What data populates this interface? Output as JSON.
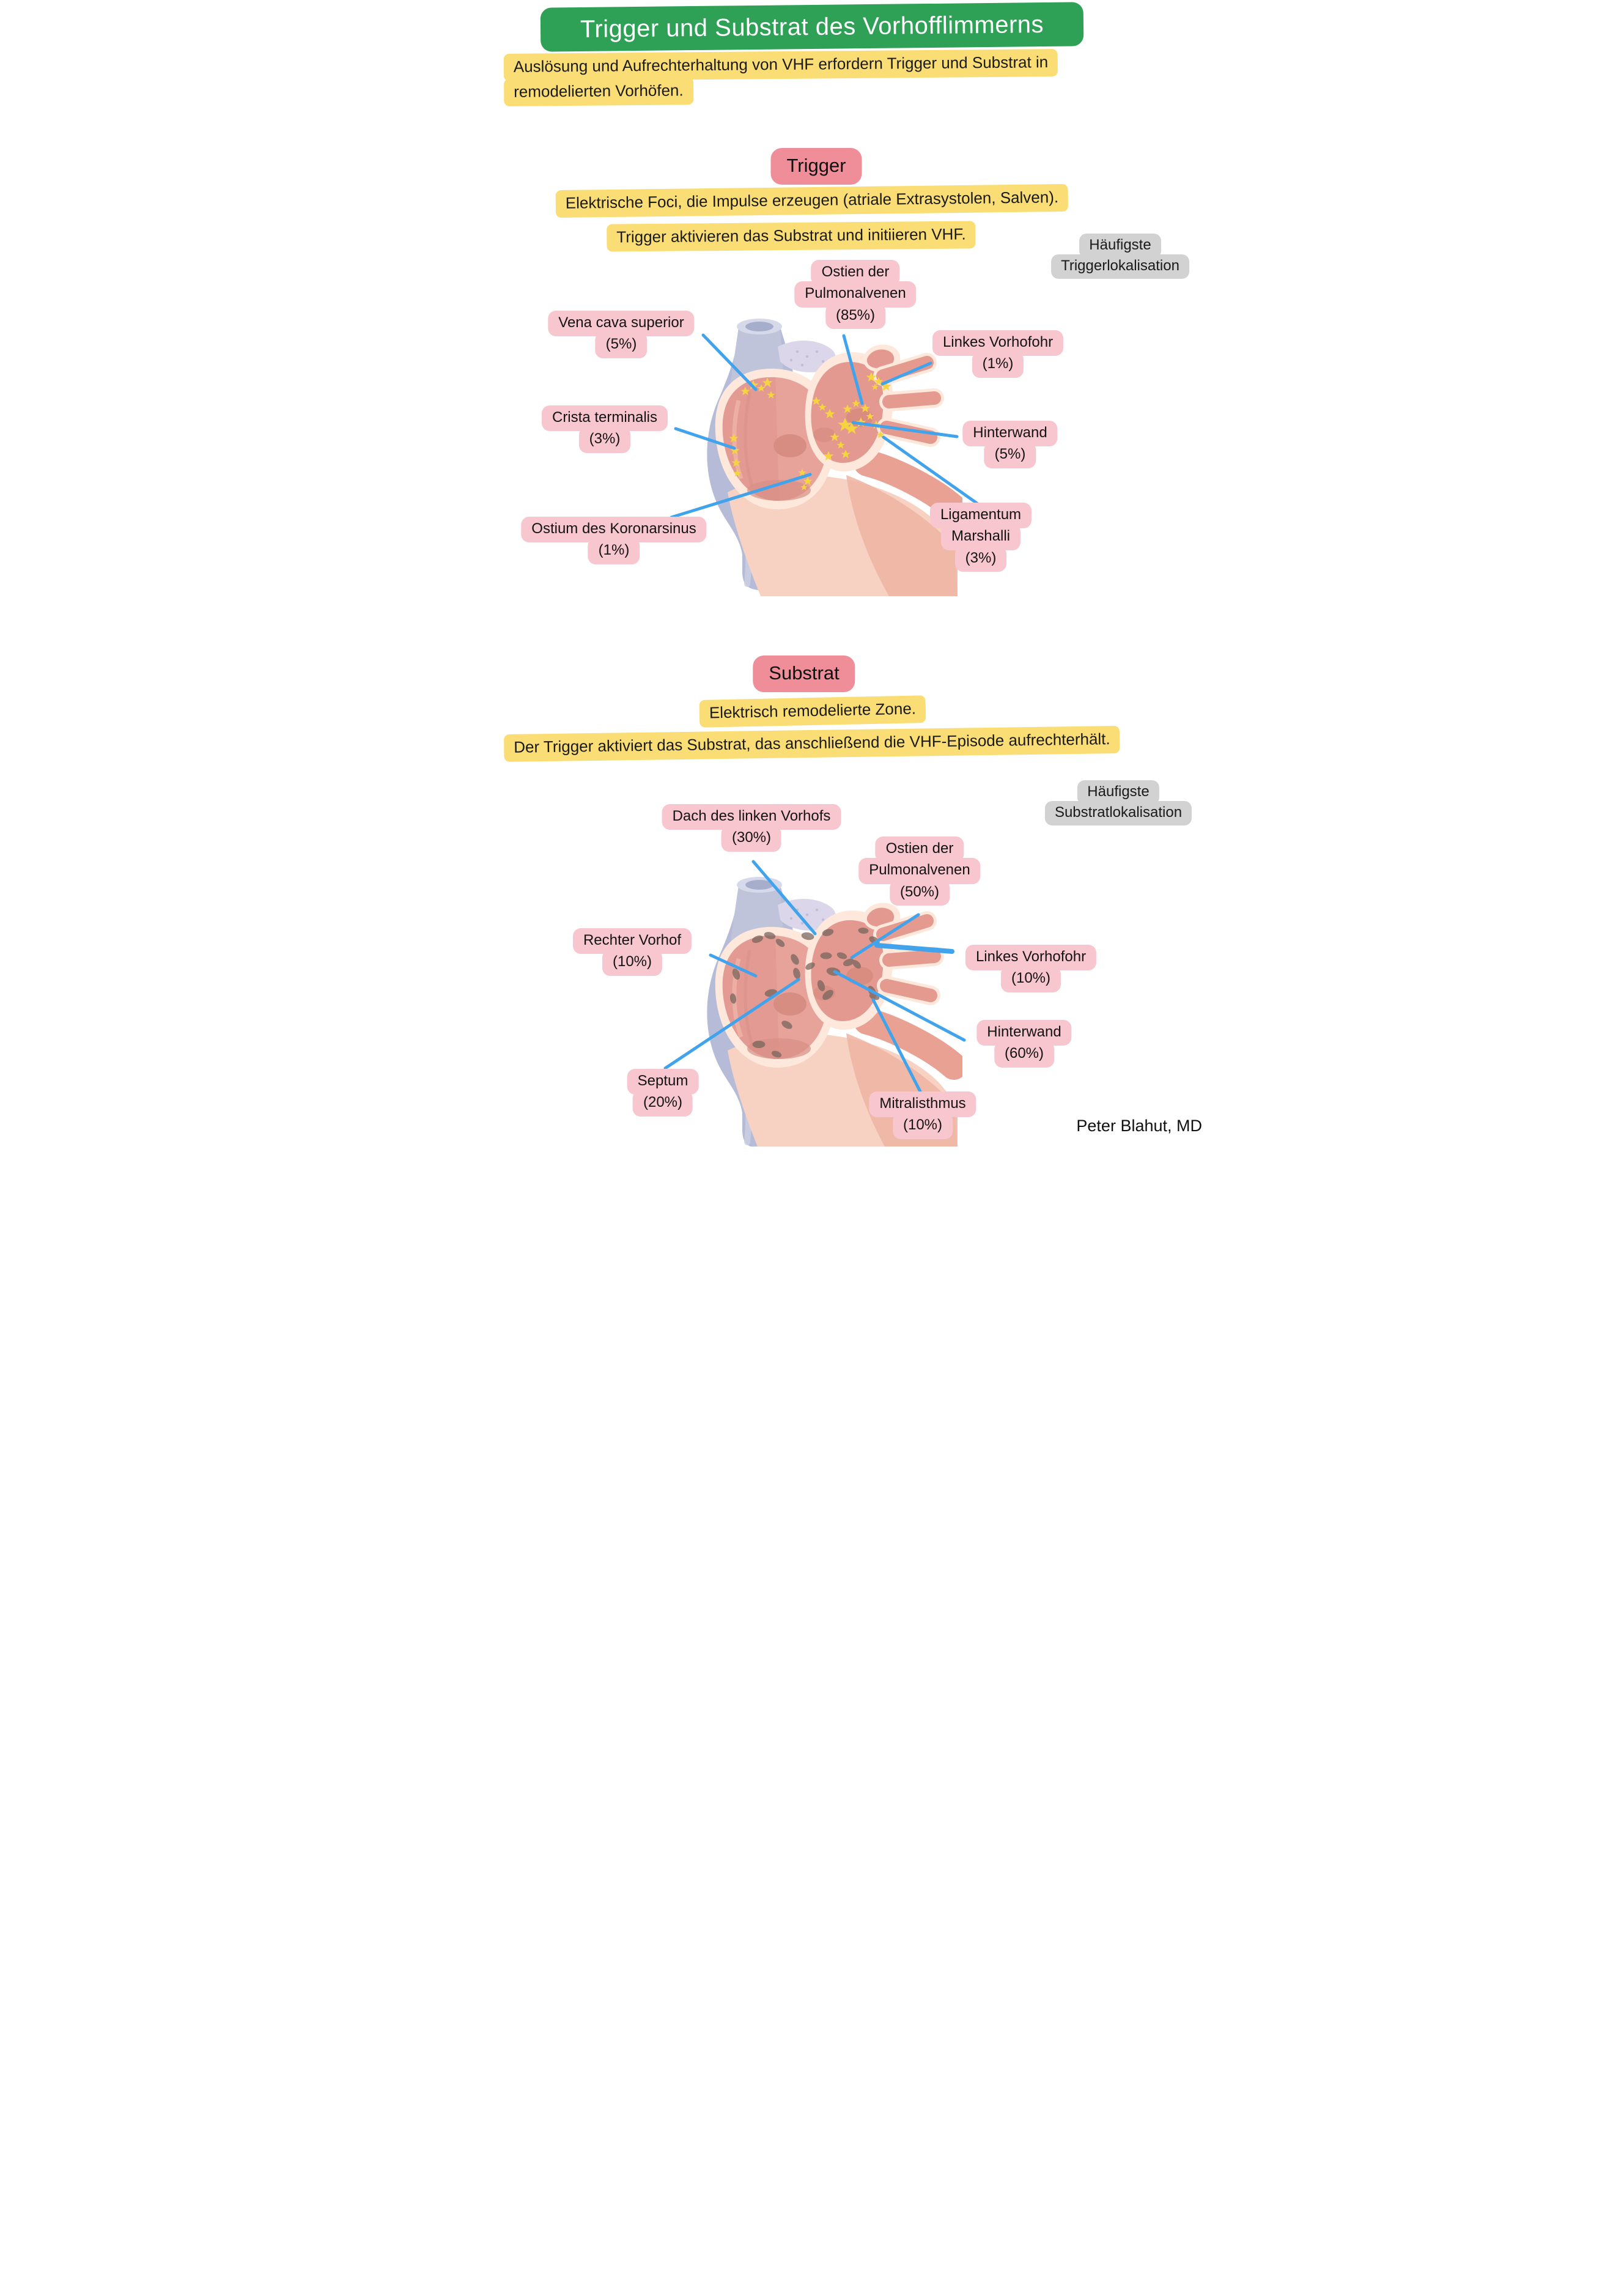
{
  "title": "Trigger und Substrat des Vorhofflimmerns",
  "subtitle": {
    "line1": "Auslösung und Aufrechterhaltung von VHF erfordern Trigger und Substrat in",
    "line2": "remodelierten Vorhöfen."
  },
  "trigger": {
    "heading": "Trigger",
    "desc1": "Elektrische Foci, die Impulse erzeugen (atriale Extrasystolen, Salven).",
    "desc2": "Trigger aktivieren das Substrat und initiieren VHF.",
    "badge": {
      "line1": "Häufigste",
      "line2": "Triggerlokalisation"
    },
    "labels": [
      {
        "name": "pulmonary-vein-ostia",
        "lines": [
          "Ostien der",
          "Pulmonalvenen",
          "(85%)"
        ]
      },
      {
        "name": "superior-vena-cava",
        "lines": [
          "Vena cava superior",
          "(5%)"
        ]
      },
      {
        "name": "left-atrial-appendage",
        "lines": [
          "Linkes Vorhofohr",
          "(1%)"
        ]
      },
      {
        "name": "crista-terminalis",
        "lines": [
          "Crista terminalis",
          "(3%)"
        ]
      },
      {
        "name": "posterior-wall",
        "lines": [
          "Hinterwand",
          "(5%)"
        ]
      },
      {
        "name": "coronary-sinus-ostium",
        "lines": [
          "Ostium des Koronarsinus",
          "(1%)"
        ]
      },
      {
        "name": "ligament-of-marshall",
        "lines": [
          "Ligamentum",
          "Marshalli",
          "(3%)"
        ]
      }
    ]
  },
  "substrate": {
    "heading": "Substrat",
    "desc1": "Elektrisch remodelierte Zone.",
    "desc2": "Der Trigger aktiviert das Substrat, das anschließend die VHF-Episode aufrechterhält.",
    "badge": {
      "line1": "Häufigste",
      "line2": "Substratlokalisation"
    },
    "labels": [
      {
        "name": "left-atrial-roof",
        "lines": [
          "Dach des linken Vorhofs",
          "(30%)"
        ]
      },
      {
        "name": "pulmonary-vein-ostia",
        "lines": [
          "Ostien der",
          "Pulmonalvenen",
          "(50%)"
        ]
      },
      {
        "name": "right-atrium",
        "lines": [
          "Rechter Vorhof",
          "(10%)"
        ]
      },
      {
        "name": "left-atrial-appendage",
        "lines": [
          "Linkes Vorhofohr",
          "(10%)"
        ]
      },
      {
        "name": "posterior-wall",
        "lines": [
          "Hinterwand",
          "(60%)"
        ]
      },
      {
        "name": "septum",
        "lines": [
          "Septum",
          "(20%)"
        ]
      },
      {
        "name": "mitral-isthmus",
        "lines": [
          "Mitralisthmus",
          "(10%)"
        ]
      }
    ]
  },
  "signature": "Peter Blahut, MD",
  "colors": {
    "banner_green": "#2ea156",
    "highlight_yellow": "#fadd75",
    "section_badge_pink": "#ef8e99",
    "label_pink": "#f8c6ce",
    "badge_gray": "#d2d2d2",
    "leader_blue": "#41a3ec",
    "star_yellow": "#f6d341",
    "spot_brown": "#75645c"
  }
}
